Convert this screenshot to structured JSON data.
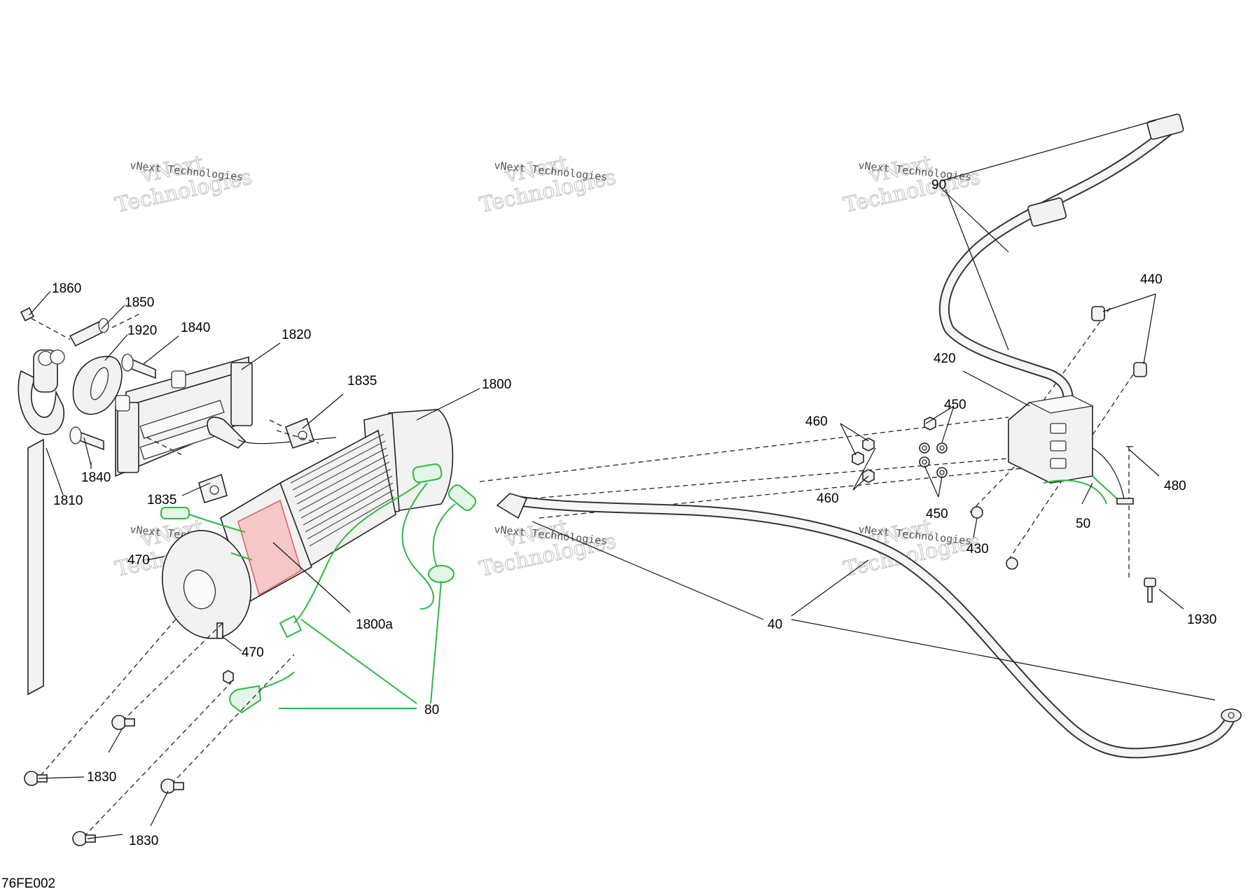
{
  "diagram_code": "76FE002",
  "watermark": {
    "line1": "vNext",
    "line2": "Technologies",
    "caption": "vNext Technologies"
  },
  "callouts": {
    "c1860": "1860",
    "c1850": "1850",
    "c1920": "1920",
    "c1840a": "1840",
    "c1840b": "1840",
    "c1820": "1820",
    "c1835a": "1835",
    "c1835b": "1835",
    "c1800": "1800",
    "c1800a": "1800a",
    "c1810": "1810",
    "c470a": "470",
    "c470b": "470",
    "c80": "80",
    "c1830a": "1830",
    "c1830b": "1830",
    "c40": "40",
    "c90": "90",
    "c440": "440",
    "c420": "420",
    "c450a": "450",
    "c450b": "450",
    "c460a": "460",
    "c460b": "460",
    "c480": "480",
    "c50": "50",
    "c430": "430",
    "c1930": "1930"
  },
  "colors": {
    "highlight_green": "#2fb845",
    "highlight_red": "#e05a5a",
    "line": "#222222"
  }
}
